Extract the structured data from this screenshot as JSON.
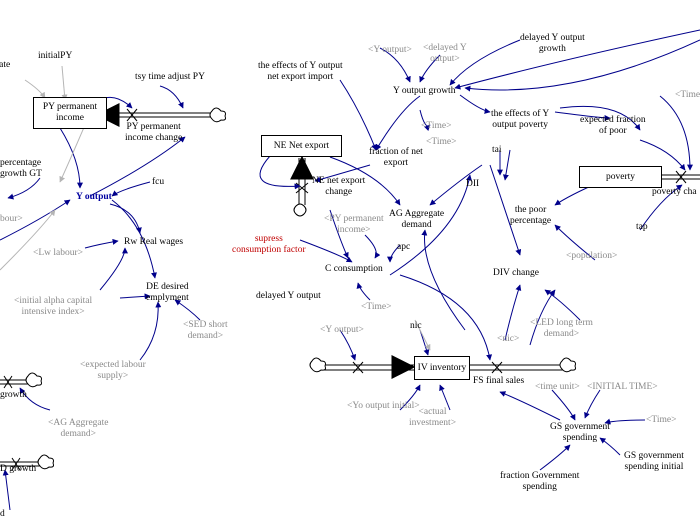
{
  "stocks": {
    "py_permanent_income": "PY permanent\nincome",
    "ne_net_export": "NE Net export",
    "poverty": "poverty",
    "iv_inventory": "IV inventory"
  },
  "variables": {
    "rate": "rate",
    "initial_py": "initialPY",
    "tsy_time_adjust_py": "tsy time adjust PY",
    "py_permanent_income_change": "PY permanent\nincome change",
    "percentage_growth_gt": "percentage\ngrowth GT",
    "y_output": "Y output",
    "fcu": "fcu",
    "labour": "bour>",
    "lw_labour": "<Lw labour>",
    "rw_real_wages": "Rw Real wages",
    "initial_alpha": "<initial alpha capital\nintensive index>",
    "de_desired_employment": "DE desired\nemplyment",
    "sed_short_demand": "<SED short\ndemand>",
    "expected_labour_supply": "<expected labour\nsupply>",
    "growth_left": "growth",
    "ag_aggregate_demand_shadow": "<AG Aggregate\ndemand>",
    "d_growth": "D growth",
    "d_bottom": "d",
    "effects_y_output_net_export": "the effects of Y output\nnet export import",
    "y_output_shadow_top": "<Y output>",
    "delayed_y_output_shadow": "<delayed Y\noutput>",
    "delayed_y_output_growth": "delayed Y output\ngrowth",
    "y_output_growth": "Y output growth",
    "time_1": "<Time>",
    "time_2": "<Time>",
    "time_3": "<Time>",
    "time_4": "<Time>",
    "time_5": "<Time>",
    "fraction_of_net_export": "fraction of net\nexport",
    "effects_y_output_poverty": "the effects of Y\noutput poverty",
    "expected_fraction_of_poor": "expected fraction\nof poor",
    "tai": "tai",
    "dii": "DII",
    "ne_net_export_change": "NE net export\nchange",
    "ag_aggregate_demand": "AG Aggregate\ndemand",
    "poverty_change": "poverty cha",
    "the_poor_percentage": "the poor\npercentage",
    "tap": "tap",
    "py_permanent_income_shadow": "<PY permanent\nincome>",
    "supress_consumption_factor": "supress\nconsumption factor",
    "apc": "apc",
    "c_consumption": "C consumption",
    "population": "<population>",
    "div_change": "DIV change",
    "delayed_y_output": "delayed Y output",
    "y_output_shadow_mid": "<Y output>",
    "led_long_term_demand": "<LED long term\ndemand>",
    "nic_1": "nic",
    "nic_2": "<nic>",
    "fs_final_sales": "FS final sales",
    "time_unit": "<time unit>",
    "initial_time": "<INITIAL TIME>",
    "yo_output_initial": "<Yo output initial>",
    "actual_investment": "<actual\ninvestment>",
    "gs_government_spending": "GS government\nspending",
    "gs_government_spending_initial": "GS government\nspending initial",
    "fraction_government_spending": "fraction Government\nspending"
  },
  "colors": {
    "link_arrow": "#00008b",
    "pipe": "#000000",
    "shadow_text": "#8a8a8a",
    "highlight_text": "#c00000"
  }
}
